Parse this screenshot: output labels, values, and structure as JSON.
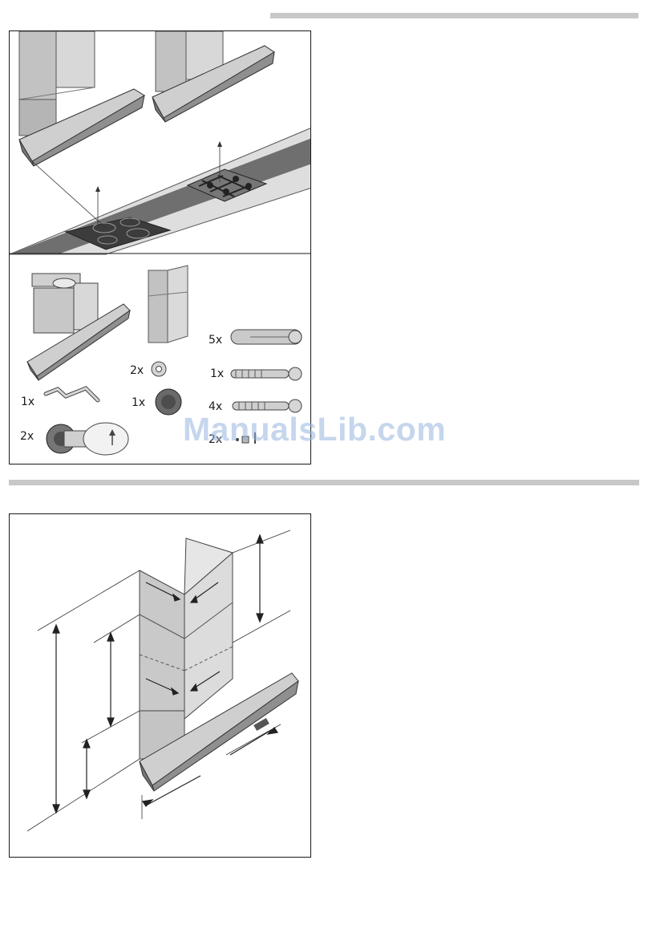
{
  "page": {
    "rule_color": "#c8c8c8",
    "border_color": "#1a1a1a"
  },
  "figure_1": {
    "kind": "installation-overview",
    "parts": [
      {
        "name": "hood-with-duct-and-wall-bracket",
        "qty": ""
      },
      {
        "name": "chimney-duct-cover",
        "qty": ""
      },
      {
        "name": "wall-plug",
        "qty": "5x"
      },
      {
        "name": "washer",
        "qty": "2x"
      },
      {
        "name": "long-screw",
        "qty": "1x"
      },
      {
        "name": "mounting-clip",
        "qty": "1x"
      },
      {
        "name": "knob",
        "qty": "1x"
      },
      {
        "name": "wood-screw",
        "qty": "4x"
      },
      {
        "name": "airflow-adapter",
        "qty": "2x"
      },
      {
        "name": "small-fixing-parts",
        "qty": "2x"
      }
    ]
  },
  "figure_2": {
    "kind": "dimension-diagram"
  },
  "watermark": "ManualsLib.com"
}
